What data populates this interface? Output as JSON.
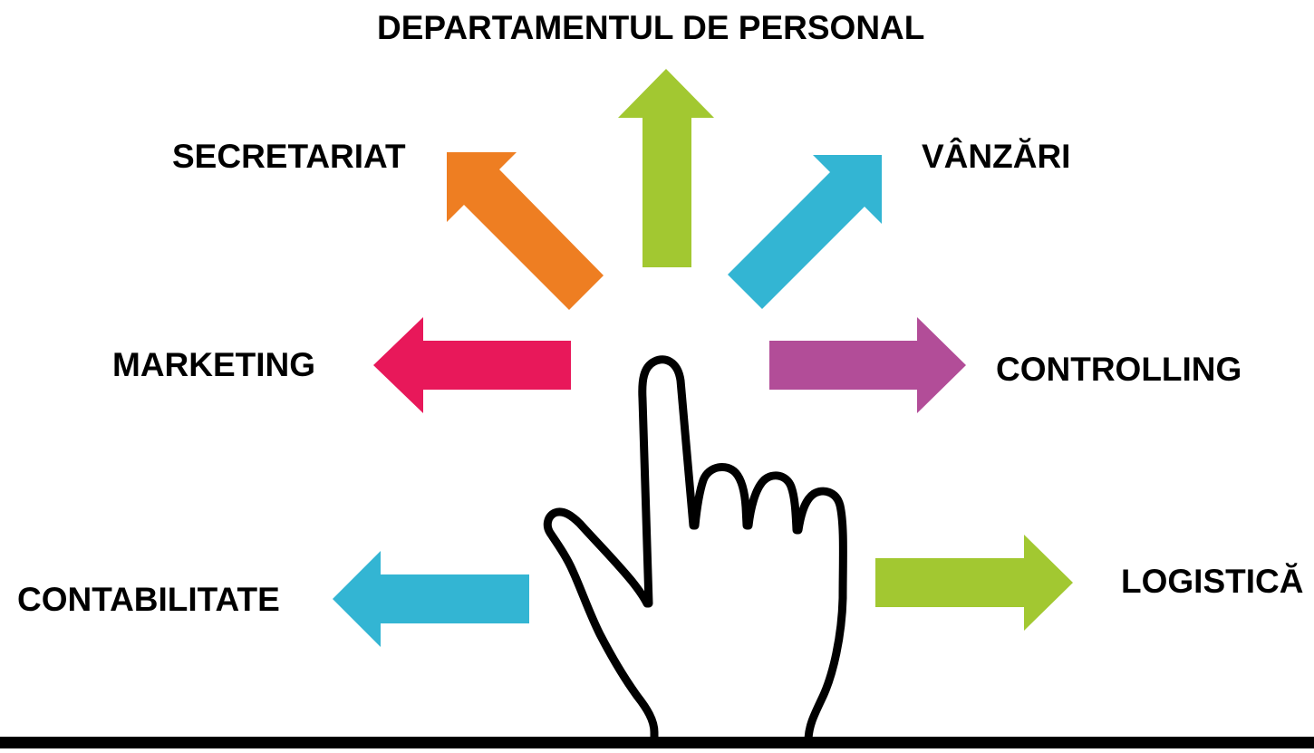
{
  "labels": {
    "personal": "DEPARTAMENTUL DE PERSONAL",
    "secretariat": "SECRETARIAT",
    "vanzari": "VÂNZĂRI",
    "marketing": "MARKETING",
    "controlling": "CONTROLLING",
    "contabilitate": "CONTABILITATE",
    "logistica": "LOGISTICĂ"
  },
  "colors": {
    "personal": "#a2c831",
    "secretariat": "#ee7e22",
    "vanzari": "#33b5d3",
    "marketing": "#e8185a",
    "controlling": "#b24d98",
    "contabilitate": "#33b5d3",
    "logistica": "#a2c831",
    "outline": "#000000",
    "background": "#ffffff"
  },
  "icons": {
    "hand": "pointing-hand-icon"
  }
}
